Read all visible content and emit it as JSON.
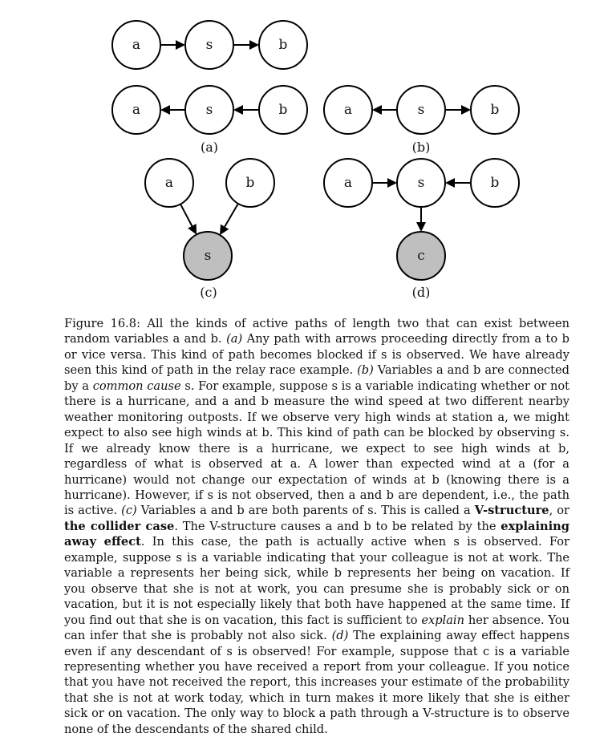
{
  "figure": {
    "panels": [
      {
        "label": "(a)",
        "nodes": [
          {
            "id": "a1",
            "text": "a",
            "shaded": false
          },
          {
            "id": "s1",
            "text": "s",
            "shaded": false
          },
          {
            "id": "b1",
            "text": "b",
            "shaded": false
          },
          {
            "id": "a2",
            "text": "a",
            "shaded": false
          },
          {
            "id": "s2",
            "text": "s",
            "shaded": false
          },
          {
            "id": "b2",
            "text": "b",
            "shaded": false
          }
        ],
        "edges": [
          [
            "a1",
            "s1"
          ],
          [
            "s1",
            "b1"
          ],
          [
            "s2",
            "a2"
          ],
          [
            "b2",
            "s2"
          ]
        ]
      },
      {
        "label": "(b)",
        "nodes": [
          {
            "id": "ab",
            "text": "a",
            "shaded": false
          },
          {
            "id": "sb",
            "text": "s",
            "shaded": false
          },
          {
            "id": "bb",
            "text": "b",
            "shaded": false
          }
        ],
        "edges": [
          [
            "sb",
            "ab"
          ],
          [
            "sb",
            "bb"
          ]
        ]
      },
      {
        "label": "(c)",
        "nodes": [
          {
            "id": "ac",
            "text": "a",
            "shaded": false
          },
          {
            "id": "bc",
            "text": "b",
            "shaded": false
          },
          {
            "id": "sc",
            "text": "s",
            "shaded": true
          }
        ],
        "edges": [
          [
            "ac",
            "sc"
          ],
          [
            "bc",
            "sc"
          ]
        ]
      },
      {
        "label": "(d)",
        "nodes": [
          {
            "id": "ad",
            "text": "a",
            "shaded": false
          },
          {
            "id": "sd",
            "text": "s",
            "shaded": false
          },
          {
            "id": "bd",
            "text": "b",
            "shaded": false
          },
          {
            "id": "cd",
            "text": "c",
            "shaded": true
          }
        ],
        "edges": [
          [
            "ad",
            "sd"
          ],
          [
            "bd",
            "sd"
          ],
          [
            "sd",
            "cd"
          ]
        ]
      }
    ],
    "shaded_color": "#bfbfbf"
  },
  "caption": {
    "fig": "Figure 16.8: All the kinds of active paths of length two that can exist between random variables a and b.",
    "a_tag": "(a)",
    "a_text": "Any path with arrows proceeding directly from a to b or vice versa. This kind of path becomes blocked if s is observed. We have already seen this kind of path in the relay race example.",
    "b_tag": "(b)",
    "b_text1": "Variables a and b are connected by a",
    "b_em": "common cause",
    "b_text2": "s. For example, suppose s is a variable indicating whether or not there is a hurricane, and a and b measure the wind speed at two different nearby weather monitoring outposts. If we observe very high winds at station a, we might expect to also see high winds at b. This kind of path can be blocked by observing s. If we already know there is a hurricane, we expect to see high winds at b, regardless of what is observed at a. A lower than expected wind at a (for a hurricane) would not change our expectation of winds at b (knowing there is a hurricane). However, if s is not observed, then a and b are dependent, i.e., the path is active.",
    "c_tag": "(c)",
    "c_text1": "Variables a and b are both parents of s. This is called a",
    "c_bold1": "V-structure",
    "c_text2": ", or",
    "c_bold2": "the collider case",
    "c_text3": ". The V-structure causes a and b to be related by the",
    "c_bold3": "explaining away effect",
    "c_text4": ". In this case, the path is actually active when s is observed. For example, suppose s is a variable indicating that your colleague is not at work. The variable a represents her being sick, while b represents her being on vacation. If you observe that she is not at work, you can presume she is probably sick or on vacation, but it is not especially likely that both have happened at the same time. If you find out that she is on vacation, this fact is sufficient to",
    "c_em": "explain",
    "c_text5": "her absence. You can infer that she is probably not also sick.",
    "d_tag": "(d)",
    "d_text": "The explaining away effect happens even if any descendant of s is observed! For example, suppose that c is a variable representing whether you have received a report from your colleague. If you notice that you have not received the report, this increases your estimate of the probability that she is not at work today, which in turn makes it more likely that she is either sick or on vacation. The only way to block a path through a V-structure is to observe none of the descendants of the shared child."
  }
}
